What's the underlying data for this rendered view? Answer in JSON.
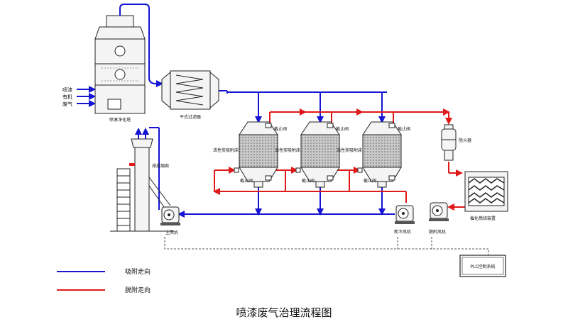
{
  "colors": {
    "adsorption": "#1414d2",
    "desorption": "#e01818"
  },
  "inlet_label": [
    "喷漆",
    "有机",
    "废气"
  ],
  "labels": {
    "spray_tower": "喷淋净化塔",
    "dry_filter": "干式过滤器",
    "chimney": "排放烟囱",
    "carbon_bed_1": "活性炭吸附床",
    "carbon_bed_2": "活性炭吸附床",
    "carbon_bed_3": "活性炭吸附床",
    "valve_top_1": "截止阀",
    "valve_top_2": "截止阀",
    "valve_top_3": "截止阀",
    "valve_bot_1": "截止阀",
    "valve_bot_2": "截止阀",
    "valve_bot_3": "截止阀",
    "flame_arrester": "阻火器",
    "catalytic_unit": "催化燃烧装置",
    "main_fan": "主风机",
    "cooling_fan": "新冷风机",
    "desorption_fan": "脱附风机",
    "plc": "PLC控制系统"
  },
  "legend": [
    {
      "label": "吸附走向",
      "color": "#1414d2"
    },
    {
      "label": "脱附走向",
      "color": "#e01818"
    }
  ],
  "title": "喷漆废气治理流程图"
}
